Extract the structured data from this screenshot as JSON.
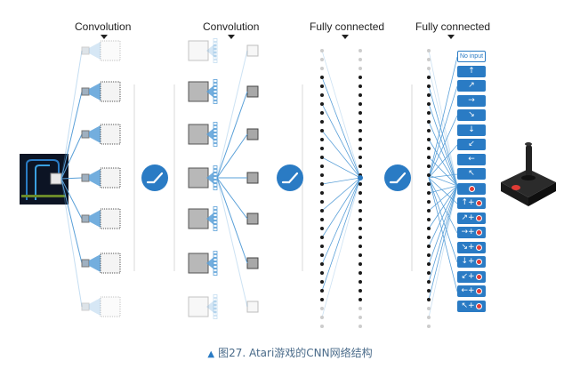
{
  "diagram": {
    "stage_labels": [
      "Convolution",
      "Convolution",
      "Fully connected",
      "Fully connected"
    ],
    "action_labels": [
      "No input"
    ],
    "actions": [
      {
        "icon": "arrow-up-icon",
        "glyph": "↑",
        "fire": false
      },
      {
        "icon": "arrow-up-right-icon",
        "glyph": "↗",
        "fire": false
      },
      {
        "icon": "arrow-right-icon",
        "glyph": "→",
        "fire": false
      },
      {
        "icon": "arrow-down-right-icon",
        "glyph": "↘",
        "fire": false
      },
      {
        "icon": "arrow-down-icon",
        "glyph": "↓",
        "fire": false
      },
      {
        "icon": "arrow-down-left-icon",
        "glyph": "↙",
        "fire": false
      },
      {
        "icon": "arrow-left-icon",
        "glyph": "←",
        "fire": false
      },
      {
        "icon": "arrow-up-left-icon",
        "glyph": "↖",
        "fire": false
      },
      {
        "icon": "fire-icon",
        "glyph": "",
        "fire": true
      },
      {
        "icon": "arrow-up-fire-icon",
        "glyph": "↑+",
        "fire": true
      },
      {
        "icon": "arrow-up-right-fire-icon",
        "glyph": "↗+",
        "fire": true
      },
      {
        "icon": "arrow-right-fire-icon",
        "glyph": "→+",
        "fire": true
      },
      {
        "icon": "arrow-down-right-fire-icon",
        "glyph": "↘+",
        "fire": true
      },
      {
        "icon": "arrow-down-fire-icon",
        "glyph": "↓+",
        "fire": true
      },
      {
        "icon": "arrow-down-left-fire-icon",
        "glyph": "↙+",
        "fire": true
      },
      {
        "icon": "arrow-left-fire-icon",
        "glyph": "←+",
        "fire": true
      },
      {
        "icon": "arrow-up-left-fire-icon",
        "glyph": "↖+",
        "fire": true
      }
    ],
    "caption": "图27. Atari游戏的CNN网络结构",
    "colors": {
      "accent": "#2a7bc4",
      "fire": "#e03b35",
      "node": "#1a1a1a",
      "faded_node": "#cccccc"
    }
  }
}
